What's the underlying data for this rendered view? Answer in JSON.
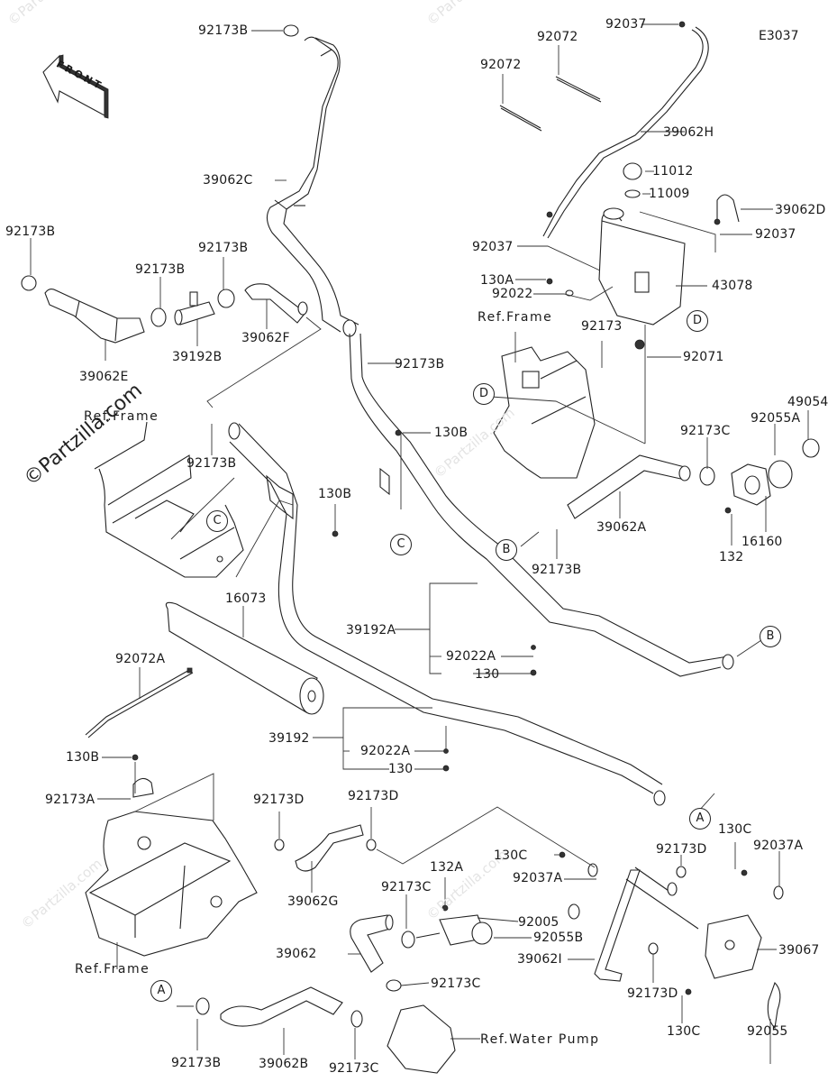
{
  "diagram": {
    "title_code": "E3037",
    "front_arrow_text": "FRONT",
    "watermark": "©Partzilla.com",
    "refs": {
      "frame": "Ref.Frame",
      "water_pump": "Ref.Water Pump"
    },
    "connectors": [
      "A",
      "B",
      "C",
      "D"
    ],
    "parts": [
      {
        "id": "p01",
        "label": "92173B"
      },
      {
        "id": "p02",
        "label": "39062C"
      },
      {
        "id": "p03",
        "label": "92173B"
      },
      {
        "id": "p04",
        "label": "92173B"
      },
      {
        "id": "p05",
        "label": "92173B"
      },
      {
        "id": "p06",
        "label": "39062E"
      },
      {
        "id": "p07",
        "label": "39192B"
      },
      {
        "id": "p08",
        "label": "39062F"
      },
      {
        "id": "p09",
        "label": "92173B"
      },
      {
        "id": "p10",
        "label": "92173B"
      },
      {
        "id": "p11",
        "label": "130B"
      },
      {
        "id": "p12",
        "label": "130B"
      },
      {
        "id": "p13",
        "label": "16073"
      },
      {
        "id": "p14",
        "label": "92072A"
      },
      {
        "id": "p15",
        "label": "39192A"
      },
      {
        "id": "p16",
        "label": "92022A"
      },
      {
        "id": "p17",
        "label": "130"
      },
      {
        "id": "p18",
        "label": "39192"
      },
      {
        "id": "p19",
        "label": "92022A"
      },
      {
        "id": "p20",
        "label": "130"
      },
      {
        "id": "p21",
        "label": "130B"
      },
      {
        "id": "p22",
        "label": "92173A"
      },
      {
        "id": "p23",
        "label": "92037"
      },
      {
        "id": "p24",
        "label": "92072"
      },
      {
        "id": "p25",
        "label": "92072"
      },
      {
        "id": "p26",
        "label": "39062H"
      },
      {
        "id": "p27",
        "label": "11012"
      },
      {
        "id": "p28",
        "label": "11009"
      },
      {
        "id": "p29",
        "label": "39062D"
      },
      {
        "id": "p30",
        "label": "92037"
      },
      {
        "id": "p31",
        "label": "92037"
      },
      {
        "id": "p32",
        "label": "130A"
      },
      {
        "id": "p33",
        "label": "92022"
      },
      {
        "id": "p34",
        "label": "43078"
      },
      {
        "id": "p35",
        "label": "92173"
      },
      {
        "id": "p36",
        "label": "92071"
      },
      {
        "id": "p37",
        "label": "49054"
      },
      {
        "id": "p38",
        "label": "92055A"
      },
      {
        "id": "p39",
        "label": "92173C"
      },
      {
        "id": "p40",
        "label": "39062A"
      },
      {
        "id": "p41",
        "label": "16160"
      },
      {
        "id": "p42",
        "label": "132"
      },
      {
        "id": "p43",
        "label": "92173B"
      },
      {
        "id": "p44",
        "label": "92173D"
      },
      {
        "id": "p45",
        "label": "92173D"
      },
      {
        "id": "p46",
        "label": "39062G"
      },
      {
        "id": "p47",
        "label": "130C"
      },
      {
        "id": "p48",
        "label": "92037A"
      },
      {
        "id": "p49",
        "label": "132A"
      },
      {
        "id": "p50",
        "label": "92173C"
      },
      {
        "id": "p51",
        "label": "92005"
      },
      {
        "id": "p52",
        "label": "92055B"
      },
      {
        "id": "p53",
        "label": "39062"
      },
      {
        "id": "p54",
        "label": "39062I"
      },
      {
        "id": "p55",
        "label": "92173C"
      },
      {
        "id": "p56",
        "label": "92173B"
      },
      {
        "id": "p57",
        "label": "39062B"
      },
      {
        "id": "p58",
        "label": "92173C"
      },
      {
        "id": "p59",
        "label": "92173D"
      },
      {
        "id": "p60",
        "label": "130C"
      },
      {
        "id": "p61",
        "label": "92037A"
      },
      {
        "id": "p62",
        "label": "39067"
      },
      {
        "id": "p63",
        "label": "92173D"
      },
      {
        "id": "p64",
        "label": "130C"
      },
      {
        "id": "p65",
        "label": "92055"
      }
    ]
  }
}
